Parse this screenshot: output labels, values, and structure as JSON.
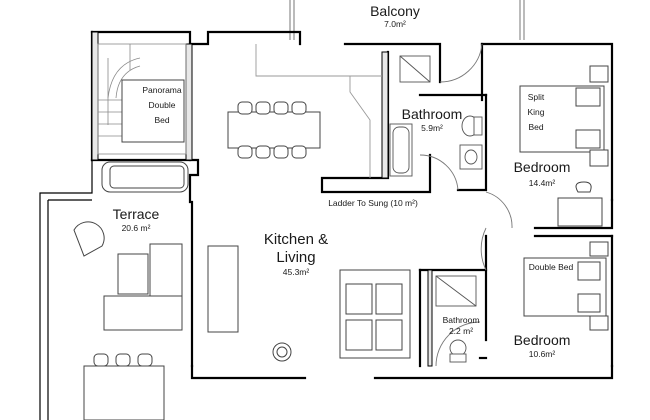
{
  "rooms": {
    "balcony": {
      "name": "Balcony",
      "area": "7.0m²"
    },
    "panorama_bed": {
      "line1": "Panorama",
      "line2": "Double",
      "line3": "Bed"
    },
    "bathroom_main": {
      "name": "Bathroom",
      "area": "5.9m²"
    },
    "split_king_bed": {
      "line1": "Split",
      "line2": "King",
      "line3": "Bed"
    },
    "bedroom_main": {
      "name": "Bedroom",
      "area": "14.4m²"
    },
    "ladder": {
      "text": "Ladder To Sung (10 m²)"
    },
    "terrace": {
      "name": "Terrace",
      "area": "20.6 m²"
    },
    "kitchen_living": {
      "line1": "Kitchen &",
      "line2": "Living",
      "area": "45.3m²"
    },
    "double_bed": {
      "text": "Double Bed"
    },
    "bathroom_small": {
      "name": "Bathroom",
      "area": "2.2 m²"
    },
    "bedroom_small": {
      "name": "Bedroom",
      "area": "10.6m²"
    }
  },
  "colors": {
    "wall": "#000000",
    "line": "#555555",
    "light": "#9a9a9a",
    "wall_fill": "#e8e8e8"
  }
}
